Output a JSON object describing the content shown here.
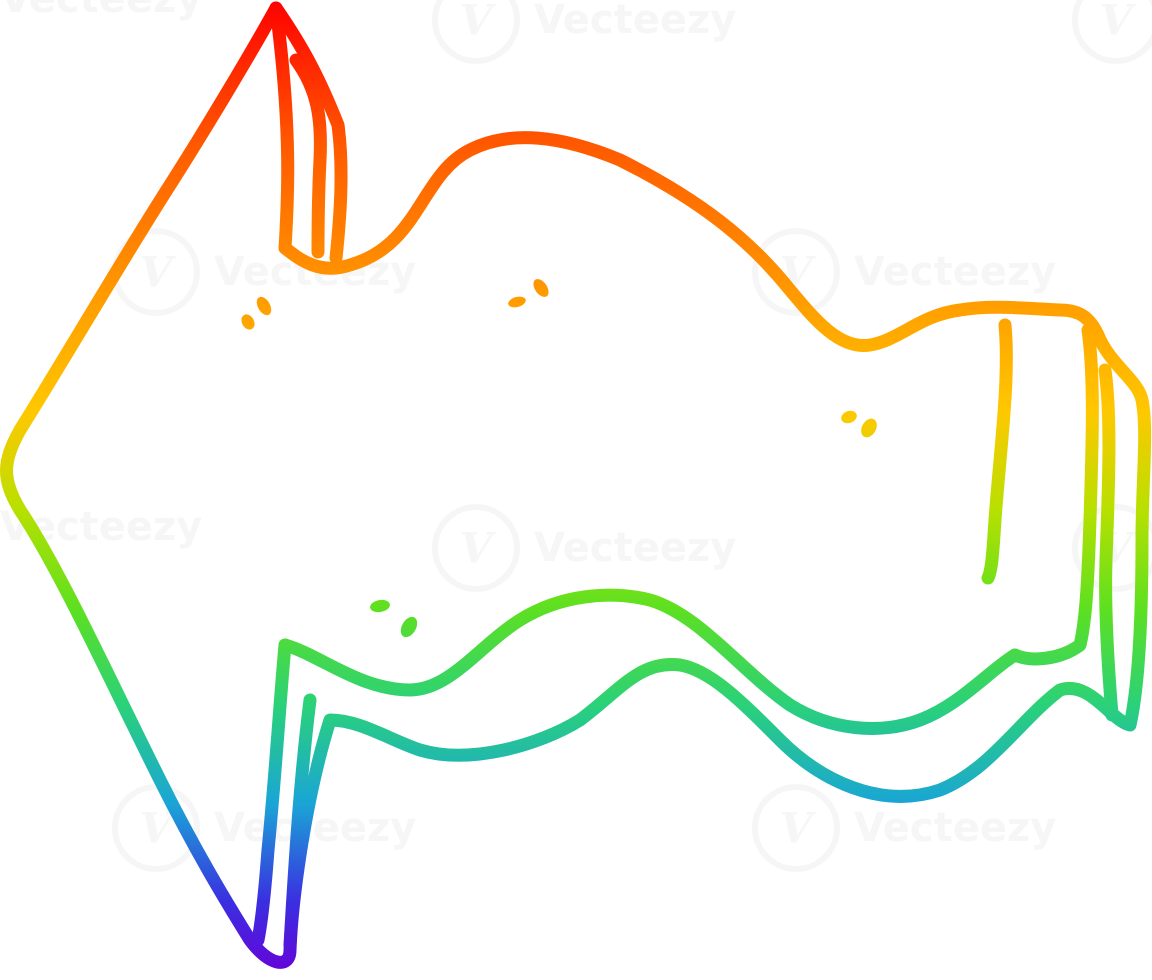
{
  "image": {
    "subject": "rainbow-gradient-cartoon-arrow-pointing-left",
    "gradient_colors": [
      "#ff0000",
      "#ff7f00",
      "#ffc800",
      "#7fe000",
      "#2ad17a",
      "#1aa5d6",
      "#3a1fe0",
      "#6a00d8"
    ],
    "stroke_color_top": "#ff0000",
    "stroke_color_bottom": "#5a00d6",
    "background": "#ffffff"
  },
  "watermark": {
    "brand": "Vecteezy",
    "logo_glyph": "V"
  }
}
